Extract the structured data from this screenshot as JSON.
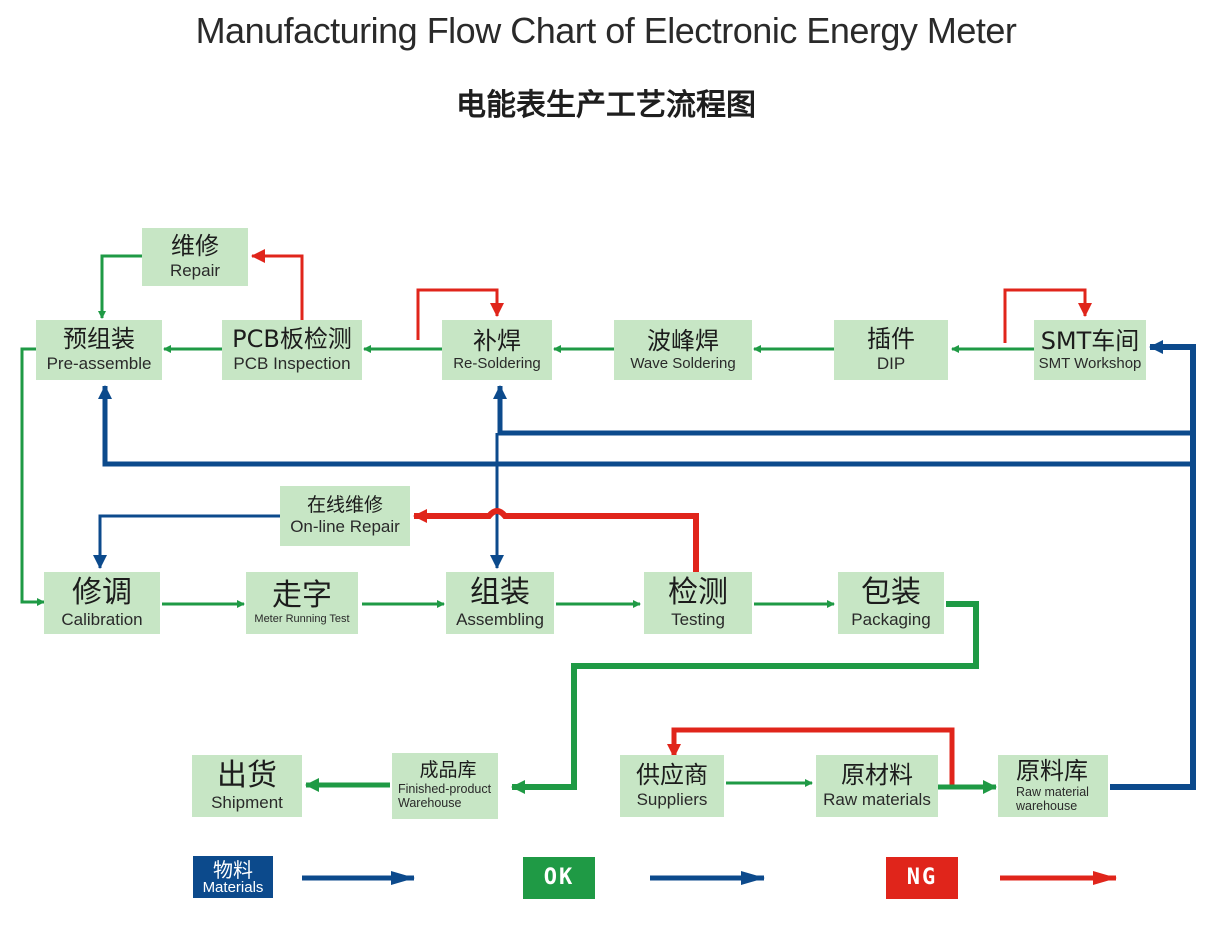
{
  "title": "Manufacturing Flow Chart of Electronic Energy Meter",
  "subtitle": "电能表生产工艺流程图",
  "colors": {
    "node_fill": "#c7e6c5",
    "materials": "#0c4a8c",
    "ok": "#1f9a45",
    "ng": "#e0251b"
  },
  "nodes": {
    "repair": {
      "cn": "维修",
      "en": "Repair"
    },
    "pre_assemble": {
      "cn": "预组装",
      "en": "Pre-assemble"
    },
    "pcb_inspection": {
      "cn": "PCB板检测",
      "en": "PCB Inspection"
    },
    "re_soldering": {
      "cn": "补焊",
      "en": "Re-Soldering"
    },
    "wave_soldering": {
      "cn": "波峰焊",
      "en": "Wave Soldering"
    },
    "dip": {
      "cn": "插件",
      "en": "DIP"
    },
    "smt": {
      "cn": "SMT车间",
      "en": "SMT Workshop"
    },
    "online_repair": {
      "cn": "在线维修",
      "en": "On-line Repair"
    },
    "calibration": {
      "cn": "修调",
      "en": "Calibration"
    },
    "running_test": {
      "cn": "走字",
      "en": "Meter Running Test"
    },
    "assembling": {
      "cn": "组装",
      "en": "Assembling"
    },
    "testing": {
      "cn": "检测",
      "en": "Testing"
    },
    "packaging": {
      "cn": "包装",
      "en": "Packaging"
    },
    "shipment": {
      "cn": "出货",
      "en": "Shipment"
    },
    "finished_warehouse": {
      "cn": "成品库",
      "en": "Finished-product Warehouse"
    },
    "suppliers": {
      "cn": "供应商",
      "en": "Suppliers"
    },
    "raw_materials": {
      "cn": "原材料",
      "en": "Raw materials"
    },
    "raw_warehouse": {
      "cn": "原料库",
      "en": "Raw material warehouse"
    }
  },
  "legend": {
    "materials": {
      "cn": "物料",
      "en": "Materials"
    },
    "ok": "OK",
    "ng": "NG"
  }
}
